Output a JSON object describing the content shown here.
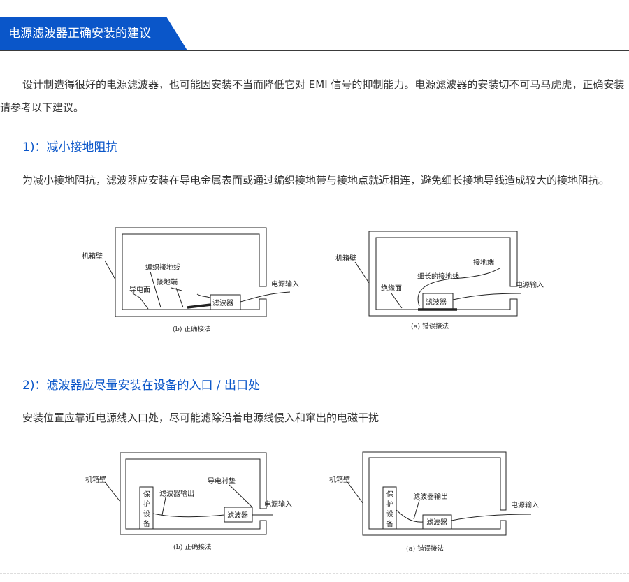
{
  "header": {
    "title": "电源滤波器正确安装的建议"
  },
  "intro": "设计制造得很好的电源滤波器，也可能因安装不当而降低它对 EMI 信号的抑制能力。电源滤波器的安装切不可马马虎虎，正确安装请参考以下建议。",
  "section1": {
    "heading": "1)：减小接地阻抗",
    "body": "为减小接地阻抗，滤波器应安装在导电金属表面或通过编织接地带与接地点就近相连，避免细长接地导线造成较大的接地阻抗。",
    "fig_correct": {
      "wall": "机箱壁",
      "braid": "编织接地线",
      "ground_end": "接地端",
      "conductive": "导电面",
      "filter": "滤波器",
      "power_in": "电源输入",
      "caption": "(b) 正确接法"
    },
    "fig_wrong": {
      "wall": "机箱壁",
      "ground_end": "接地端",
      "thin_wire": "细长的接地线",
      "insulated": "绝缘面",
      "filter": "滤波器",
      "power_in": "电源输入",
      "caption": "(a) 错误接法"
    }
  },
  "section2": {
    "heading": "2)：滤波器应尽量安装在设备的入口 / 出口处",
    "body": "安装位置应靠近电源线入口处，尽可能滤除沿着电源线侵入和窜出的电磁干扰",
    "fig_correct": {
      "wall": "机箱壁",
      "gasket": "导电衬垫",
      "output": "滤波器输出",
      "device": [
        "保",
        "护",
        "设",
        "备"
      ],
      "filter": "滤波器",
      "power_in": "电源输入",
      "caption": "(b) 正确接法"
    },
    "fig_wrong": {
      "wall": "机箱壁",
      "output": "滤波器输出",
      "device": [
        "保",
        "护",
        "设",
        "备"
      ],
      "filter": "滤波器",
      "power_in": "电源输入",
      "caption": "(a) 错误接法"
    }
  }
}
